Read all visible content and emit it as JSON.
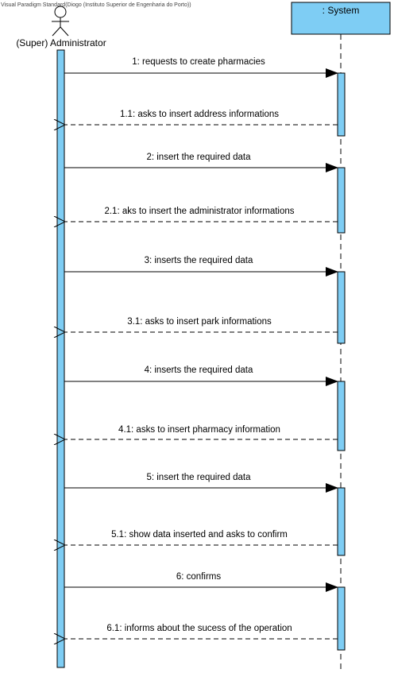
{
  "watermark": "Visual Paradigm Standard(Diogo (Instituto Superior de Engenharia do Porto))",
  "actor": {
    "label": "(Super) Administrator"
  },
  "system": {
    "label": ": System"
  },
  "colors": {
    "activation_fill": "#7ecdf4",
    "object_fill": "#7ecdf4",
    "line": "#000000"
  },
  "messages": [
    {
      "label": "1: requests to create pharmacies",
      "type": "sync"
    },
    {
      "label": "1.1: asks to insert address informations",
      "type": "return"
    },
    {
      "label": "2: insert the required data",
      "type": "sync"
    },
    {
      "label": "2.1: aks to insert the administrator informations",
      "type": "return"
    },
    {
      "label": "3: inserts the required data",
      "type": "sync"
    },
    {
      "label": "3.1: asks to insert park informations",
      "type": "return"
    },
    {
      "label": "4: inserts the required data",
      "type": "sync"
    },
    {
      "label": "4.1: asks to insert pharmacy information",
      "type": "return"
    },
    {
      "label": "5: insert the required data",
      "type": "sync"
    },
    {
      "label": "5.1: show data inserted and asks to confirm",
      "type": "return"
    },
    {
      "label": "6: confirms",
      "type": "sync"
    },
    {
      "label": "6.1: informs about the sucess of the operation",
      "type": "return"
    }
  ]
}
